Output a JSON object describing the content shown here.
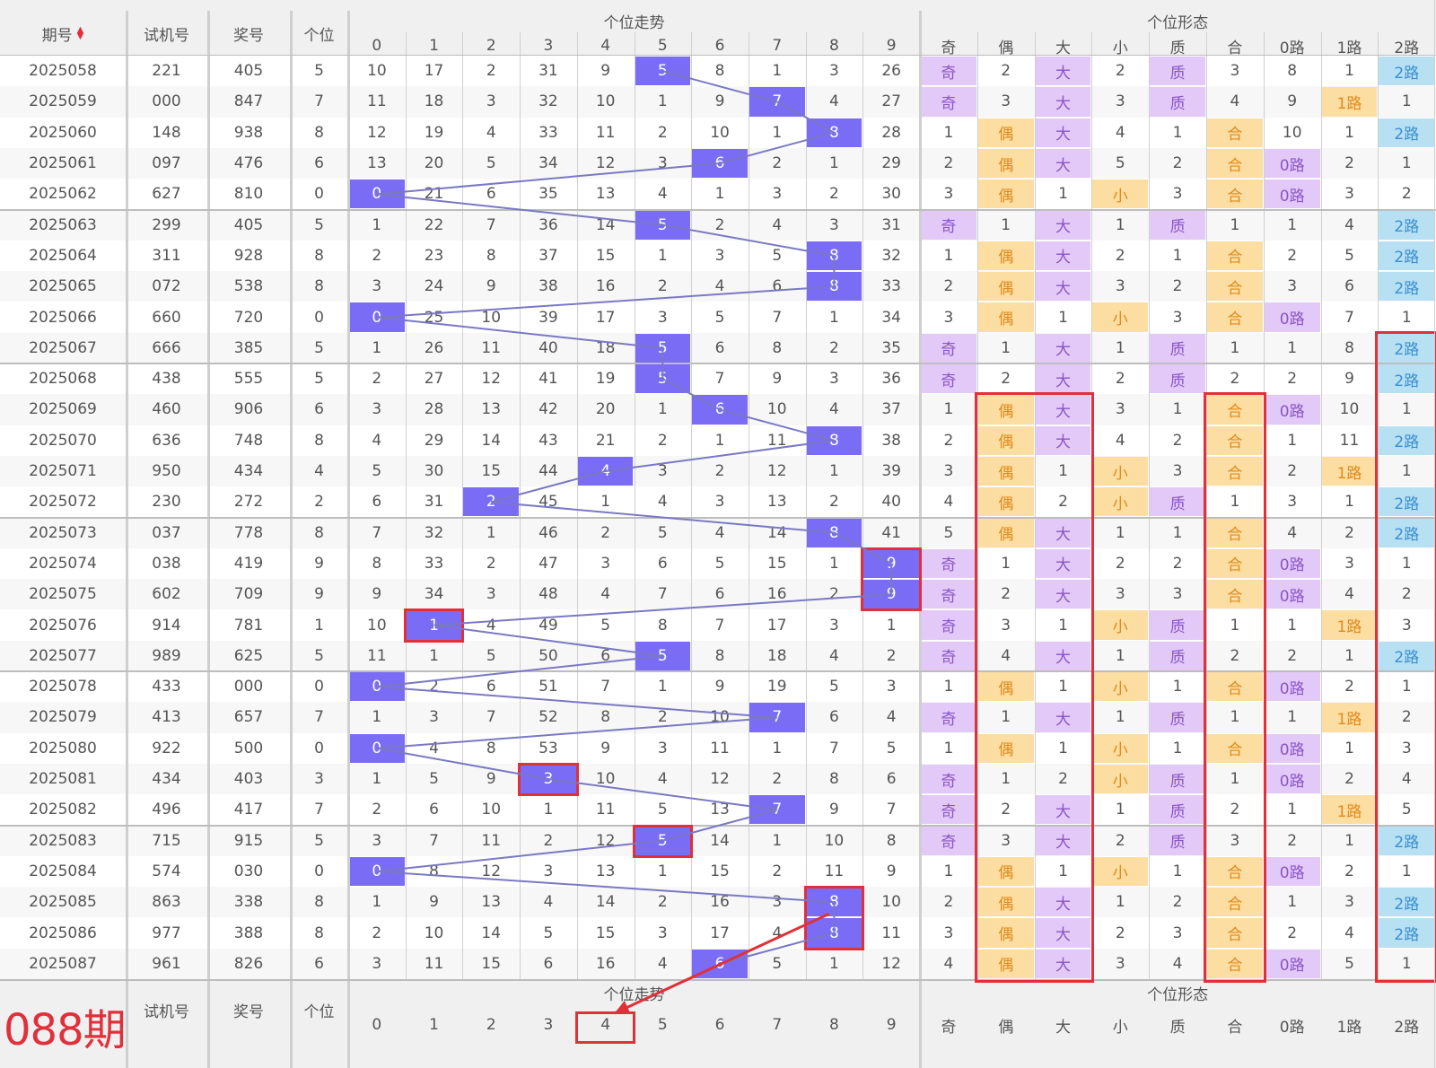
{
  "headers": {
    "issue": "期号",
    "sort_icon": "sort-up-down-icon",
    "test": "试机号",
    "prize": "奖号",
    "unit": "个位",
    "trend_title": "个位走势",
    "shape_title": "个位形态",
    "digits": [
      "0",
      "1",
      "2",
      "3",
      "4",
      "5",
      "6",
      "7",
      "8",
      "9"
    ],
    "shape_cols": [
      "奇",
      "偶",
      "大",
      "小",
      "质",
      "合",
      "0路",
      "1路",
      "2路"
    ]
  },
  "footer": {
    "period_label": "088期",
    "test": "试机号",
    "prize": "奖号",
    "unit": "个位",
    "trend_title": "个位走势",
    "shape_title": "个位形态",
    "predicted_digit": "4"
  },
  "colors": {
    "selected": "#7B6CF6",
    "odd": "#E2C9F7",
    "even": "#FCDDA2",
    "big": "#E2C9F7",
    "small": "#FCDDA2",
    "prime": "#E2C9F7",
    "composite": "#FCDDA2",
    "route0": "#E2C9F7",
    "route1": "#FCDDA2",
    "route2": "#B7E0F3",
    "highlight_box": "#E0303A"
  },
  "chart_data": {
    "type": "table",
    "title": "个位走势 / 个位形态",
    "rows": [
      {
        "issue": "2025058",
        "test": "221",
        "prize": "405",
        "unit": "5",
        "trend": [
          "10",
          "17",
          "2",
          "31",
          "9",
          "5",
          "8",
          "1",
          "3",
          "26"
        ],
        "shape": [
          "奇",
          "2",
          "大",
          "2",
          "质",
          "3",
          "8",
          "1",
          "2路"
        ]
      },
      {
        "issue": "2025059",
        "test": "000",
        "prize": "847",
        "unit": "7",
        "trend": [
          "11",
          "18",
          "3",
          "32",
          "10",
          "1",
          "9",
          "7",
          "4",
          "27"
        ],
        "shape": [
          "奇",
          "3",
          "大",
          "3",
          "质",
          "4",
          "9",
          "1路",
          "1"
        ]
      },
      {
        "issue": "2025060",
        "test": "148",
        "prize": "938",
        "unit": "8",
        "trend": [
          "12",
          "19",
          "4",
          "33",
          "11",
          "2",
          "10",
          "1",
          "8",
          "28"
        ],
        "shape": [
          "1",
          "偶",
          "大",
          "4",
          "1",
          "合",
          "10",
          "1",
          "2路"
        ]
      },
      {
        "issue": "2025061",
        "test": "097",
        "prize": "476",
        "unit": "6",
        "trend": [
          "13",
          "20",
          "5",
          "34",
          "12",
          "3",
          "6",
          "2",
          "1",
          "29"
        ],
        "shape": [
          "2",
          "偶",
          "大",
          "5",
          "2",
          "合",
          "0路",
          "2",
          "1"
        ]
      },
      {
        "issue": "2025062",
        "test": "627",
        "prize": "810",
        "unit": "0",
        "trend": [
          "0",
          "21",
          "6",
          "35",
          "13",
          "4",
          "1",
          "3",
          "2",
          "30"
        ],
        "shape": [
          "3",
          "偶",
          "1",
          "小",
          "3",
          "合",
          "0路",
          "3",
          "2"
        ]
      },
      {
        "issue": "2025063",
        "test": "299",
        "prize": "405",
        "unit": "5",
        "trend": [
          "1",
          "22",
          "7",
          "36",
          "14",
          "5",
          "2",
          "4",
          "3",
          "31"
        ],
        "shape": [
          "奇",
          "1",
          "大",
          "1",
          "质",
          "1",
          "1",
          "4",
          "2路"
        ]
      },
      {
        "issue": "2025064",
        "test": "311",
        "prize": "928",
        "unit": "8",
        "trend": [
          "2",
          "23",
          "8",
          "37",
          "15",
          "1",
          "3",
          "5",
          "8",
          "32"
        ],
        "shape": [
          "1",
          "偶",
          "大",
          "2",
          "1",
          "合",
          "2",
          "5",
          "2路"
        ]
      },
      {
        "issue": "2025065",
        "test": "072",
        "prize": "538",
        "unit": "8",
        "trend": [
          "3",
          "24",
          "9",
          "38",
          "16",
          "2",
          "4",
          "6",
          "8",
          "33"
        ],
        "shape": [
          "2",
          "偶",
          "大",
          "3",
          "2",
          "合",
          "3",
          "6",
          "2路"
        ]
      },
      {
        "issue": "2025066",
        "test": "660",
        "prize": "720",
        "unit": "0",
        "trend": [
          "0",
          "25",
          "10",
          "39",
          "17",
          "3",
          "5",
          "7",
          "1",
          "34"
        ],
        "shape": [
          "3",
          "偶",
          "1",
          "小",
          "3",
          "合",
          "0路",
          "7",
          "1"
        ]
      },
      {
        "issue": "2025067",
        "test": "666",
        "prize": "385",
        "unit": "5",
        "trend": [
          "1",
          "26",
          "11",
          "40",
          "18",
          "5",
          "6",
          "8",
          "2",
          "35"
        ],
        "shape": [
          "奇",
          "1",
          "大",
          "1",
          "质",
          "1",
          "1",
          "8",
          "2路"
        ]
      },
      {
        "issue": "2025068",
        "test": "438",
        "prize": "555",
        "unit": "5",
        "trend": [
          "2",
          "27",
          "12",
          "41",
          "19",
          "5",
          "7",
          "9",
          "3",
          "36"
        ],
        "shape": [
          "奇",
          "2",
          "大",
          "2",
          "质",
          "2",
          "2",
          "9",
          "2路"
        ]
      },
      {
        "issue": "2025069",
        "test": "460",
        "prize": "906",
        "unit": "6",
        "trend": [
          "3",
          "28",
          "13",
          "42",
          "20",
          "1",
          "6",
          "10",
          "4",
          "37"
        ],
        "shape": [
          "1",
          "偶",
          "大",
          "3",
          "1",
          "合",
          "0路",
          "10",
          "1"
        ]
      },
      {
        "issue": "2025070",
        "test": "636",
        "prize": "748",
        "unit": "8",
        "trend": [
          "4",
          "29",
          "14",
          "43",
          "21",
          "2",
          "1",
          "11",
          "8",
          "38"
        ],
        "shape": [
          "2",
          "偶",
          "大",
          "4",
          "2",
          "合",
          "1",
          "11",
          "2路"
        ]
      },
      {
        "issue": "2025071",
        "test": "950",
        "prize": "434",
        "unit": "4",
        "trend": [
          "5",
          "30",
          "15",
          "44",
          "4",
          "3",
          "2",
          "12",
          "1",
          "39"
        ],
        "shape": [
          "3",
          "偶",
          "1",
          "小",
          "3",
          "合",
          "2",
          "1路",
          "1"
        ]
      },
      {
        "issue": "2025072",
        "test": "230",
        "prize": "272",
        "unit": "2",
        "trend": [
          "6",
          "31",
          "2",
          "45",
          "1",
          "4",
          "3",
          "13",
          "2",
          "40"
        ],
        "shape": [
          "4",
          "偶",
          "2",
          "小",
          "质",
          "1",
          "3",
          "1",
          "2路"
        ]
      },
      {
        "issue": "2025073",
        "test": "037",
        "prize": "778",
        "unit": "8",
        "trend": [
          "7",
          "32",
          "1",
          "46",
          "2",
          "5",
          "4",
          "14",
          "8",
          "41"
        ],
        "shape": [
          "5",
          "偶",
          "大",
          "1",
          "1",
          "合",
          "4",
          "2",
          "2路"
        ]
      },
      {
        "issue": "2025074",
        "test": "038",
        "prize": "419",
        "unit": "9",
        "trend": [
          "8",
          "33",
          "2",
          "47",
          "3",
          "6",
          "5",
          "15",
          "1",
          "9"
        ],
        "shape": [
          "奇",
          "1",
          "大",
          "2",
          "2",
          "合",
          "0路",
          "3",
          "1"
        ]
      },
      {
        "issue": "2025075",
        "test": "602",
        "prize": "709",
        "unit": "9",
        "trend": [
          "9",
          "34",
          "3",
          "48",
          "4",
          "7",
          "6",
          "16",
          "2",
          "9"
        ],
        "shape": [
          "奇",
          "2",
          "大",
          "3",
          "3",
          "合",
          "0路",
          "4",
          "2"
        ]
      },
      {
        "issue": "2025076",
        "test": "914",
        "prize": "781",
        "unit": "1",
        "trend": [
          "10",
          "1",
          "4",
          "49",
          "5",
          "8",
          "7",
          "17",
          "3",
          "1"
        ],
        "shape": [
          "奇",
          "3",
          "1",
          "小",
          "质",
          "1",
          "1",
          "1路",
          "3"
        ]
      },
      {
        "issue": "2025077",
        "test": "989",
        "prize": "625",
        "unit": "5",
        "trend": [
          "11",
          "1",
          "5",
          "50",
          "6",
          "5",
          "8",
          "18",
          "4",
          "2"
        ],
        "shape": [
          "奇",
          "4",
          "大",
          "1",
          "质",
          "2",
          "2",
          "1",
          "2路"
        ]
      },
      {
        "issue": "2025078",
        "test": "433",
        "prize": "000",
        "unit": "0",
        "trend": [
          "0",
          "2",
          "6",
          "51",
          "7",
          "1",
          "9",
          "19",
          "5",
          "3"
        ],
        "shape": [
          "1",
          "偶",
          "1",
          "小",
          "1",
          "合",
          "0路",
          "2",
          "1"
        ]
      },
      {
        "issue": "2025079",
        "test": "413",
        "prize": "657",
        "unit": "7",
        "trend": [
          "1",
          "3",
          "7",
          "52",
          "8",
          "2",
          "10",
          "7",
          "6",
          "4"
        ],
        "shape": [
          "奇",
          "1",
          "大",
          "1",
          "质",
          "1",
          "1",
          "1路",
          "2"
        ]
      },
      {
        "issue": "2025080",
        "test": "922",
        "prize": "500",
        "unit": "0",
        "trend": [
          "0",
          "4",
          "8",
          "53",
          "9",
          "3",
          "11",
          "1",
          "7",
          "5"
        ],
        "shape": [
          "1",
          "偶",
          "1",
          "小",
          "1",
          "合",
          "0路",
          "1",
          "3"
        ]
      },
      {
        "issue": "2025081",
        "test": "434",
        "prize": "403",
        "unit": "3",
        "trend": [
          "1",
          "5",
          "9",
          "3",
          "10",
          "4",
          "12",
          "2",
          "8",
          "6"
        ],
        "shape": [
          "奇",
          "1",
          "2",
          "小",
          "质",
          "1",
          "0路",
          "2",
          "4"
        ]
      },
      {
        "issue": "2025082",
        "test": "496",
        "prize": "417",
        "unit": "7",
        "trend": [
          "2",
          "6",
          "10",
          "1",
          "11",
          "5",
          "13",
          "7",
          "9",
          "7"
        ],
        "shape": [
          "奇",
          "2",
          "大",
          "1",
          "质",
          "2",
          "1",
          "1路",
          "5"
        ]
      },
      {
        "issue": "2025083",
        "test": "715",
        "prize": "915",
        "unit": "5",
        "trend": [
          "3",
          "7",
          "11",
          "2",
          "12",
          "5",
          "14",
          "1",
          "10",
          "8"
        ],
        "shape": [
          "奇",
          "3",
          "大",
          "2",
          "质",
          "3",
          "2",
          "1",
          "2路"
        ]
      },
      {
        "issue": "2025084",
        "test": "574",
        "prize": "030",
        "unit": "0",
        "trend": [
          "0",
          "8",
          "12",
          "3",
          "13",
          "1",
          "15",
          "2",
          "11",
          "9"
        ],
        "shape": [
          "1",
          "偶",
          "1",
          "小",
          "1",
          "合",
          "0路",
          "2",
          "1"
        ]
      },
      {
        "issue": "2025085",
        "test": "863",
        "prize": "338",
        "unit": "8",
        "trend": [
          "1",
          "9",
          "13",
          "4",
          "14",
          "2",
          "16",
          "3",
          "8",
          "10"
        ],
        "shape": [
          "2",
          "偶",
          "大",
          "1",
          "2",
          "合",
          "1",
          "3",
          "2路"
        ]
      },
      {
        "issue": "2025086",
        "test": "977",
        "prize": "388",
        "unit": "8",
        "trend": [
          "2",
          "10",
          "14",
          "5",
          "15",
          "3",
          "17",
          "4",
          "8",
          "11"
        ],
        "shape": [
          "3",
          "偶",
          "大",
          "2",
          "3",
          "合",
          "2",
          "4",
          "2路"
        ]
      },
      {
        "issue": "2025087",
        "test": "961",
        "prize": "826",
        "unit": "6",
        "trend": [
          "3",
          "11",
          "15",
          "6",
          "16",
          "4",
          "6",
          "5",
          "1",
          "12"
        ],
        "shape": [
          "4",
          "偶",
          "大",
          "3",
          "4",
          "合",
          "0路",
          "5",
          "1"
        ]
      }
    ]
  }
}
